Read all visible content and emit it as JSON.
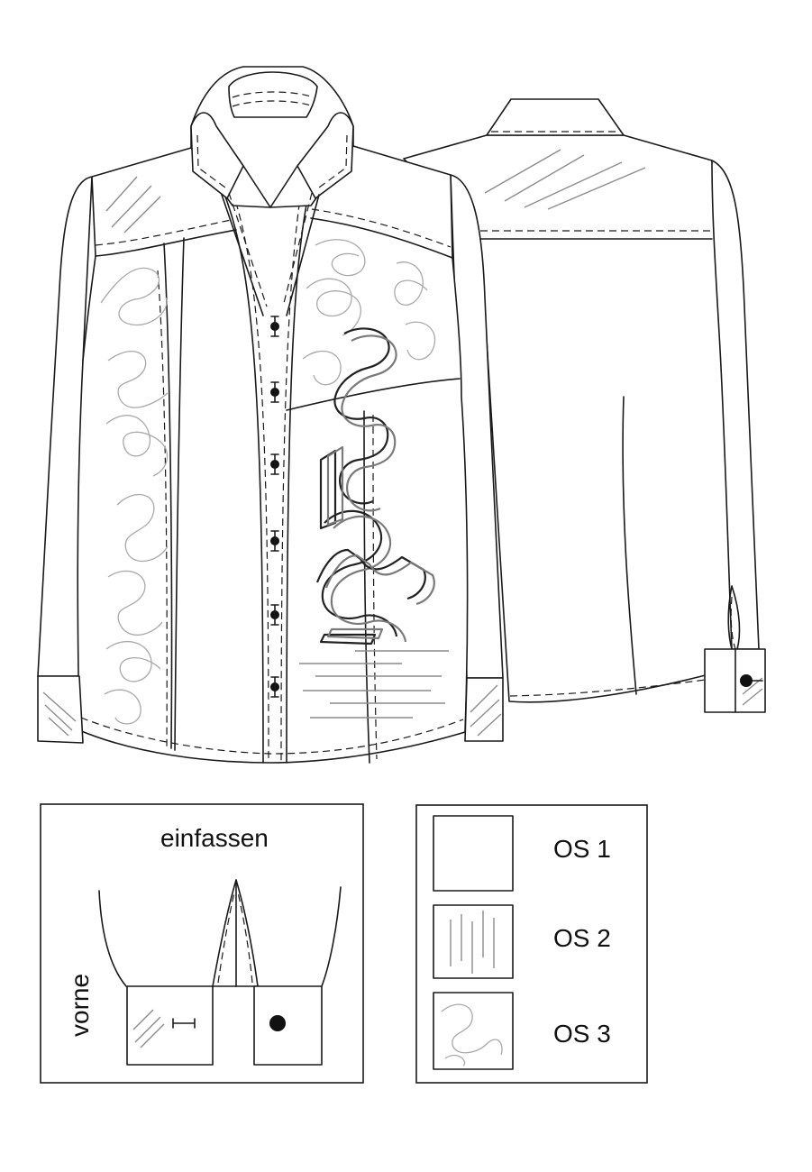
{
  "detail_panel": {
    "title": "einfassen",
    "side_label": "vorne"
  },
  "legend": {
    "items": [
      {
        "label": "OS 1",
        "pattern": "plain"
      },
      {
        "label": "OS 2",
        "pattern": "vertical-lines"
      },
      {
        "label": "OS 3",
        "pattern": "squiggle"
      }
    ]
  },
  "colors": {
    "line": "#1a1a1a",
    "pattern": "#8c8c8c",
    "squiggle": "#a9a9a9",
    "background": "#ffffff"
  }
}
